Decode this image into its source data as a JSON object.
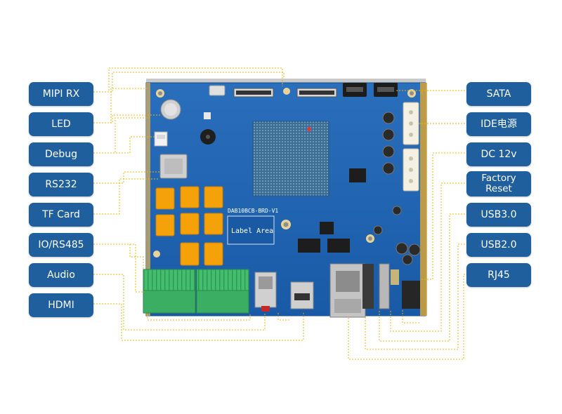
{
  "left_labels": [
    "MIPI RX",
    "LED",
    "Debug",
    "RS232",
    "TF Card",
    "IO/RS485",
    "Audio",
    "HDMI"
  ],
  "right_labels": [
    "SATA",
    "IDE电源",
    "DC 12v",
    "Factory\nReset",
    "USB3.0",
    "USB2.0",
    "RJ45"
  ],
  "board": {
    "model": "DAB10BCB-BRD-V1",
    "label_area": "Label Area"
  },
  "colors": {
    "label_bg": "#1f5f9e",
    "label_text": "#ffffff",
    "pcb": "#1b5fae",
    "leader_line": "#f0b400",
    "relay": "#f5a20a",
    "terminal": "#3fb86a"
  }
}
